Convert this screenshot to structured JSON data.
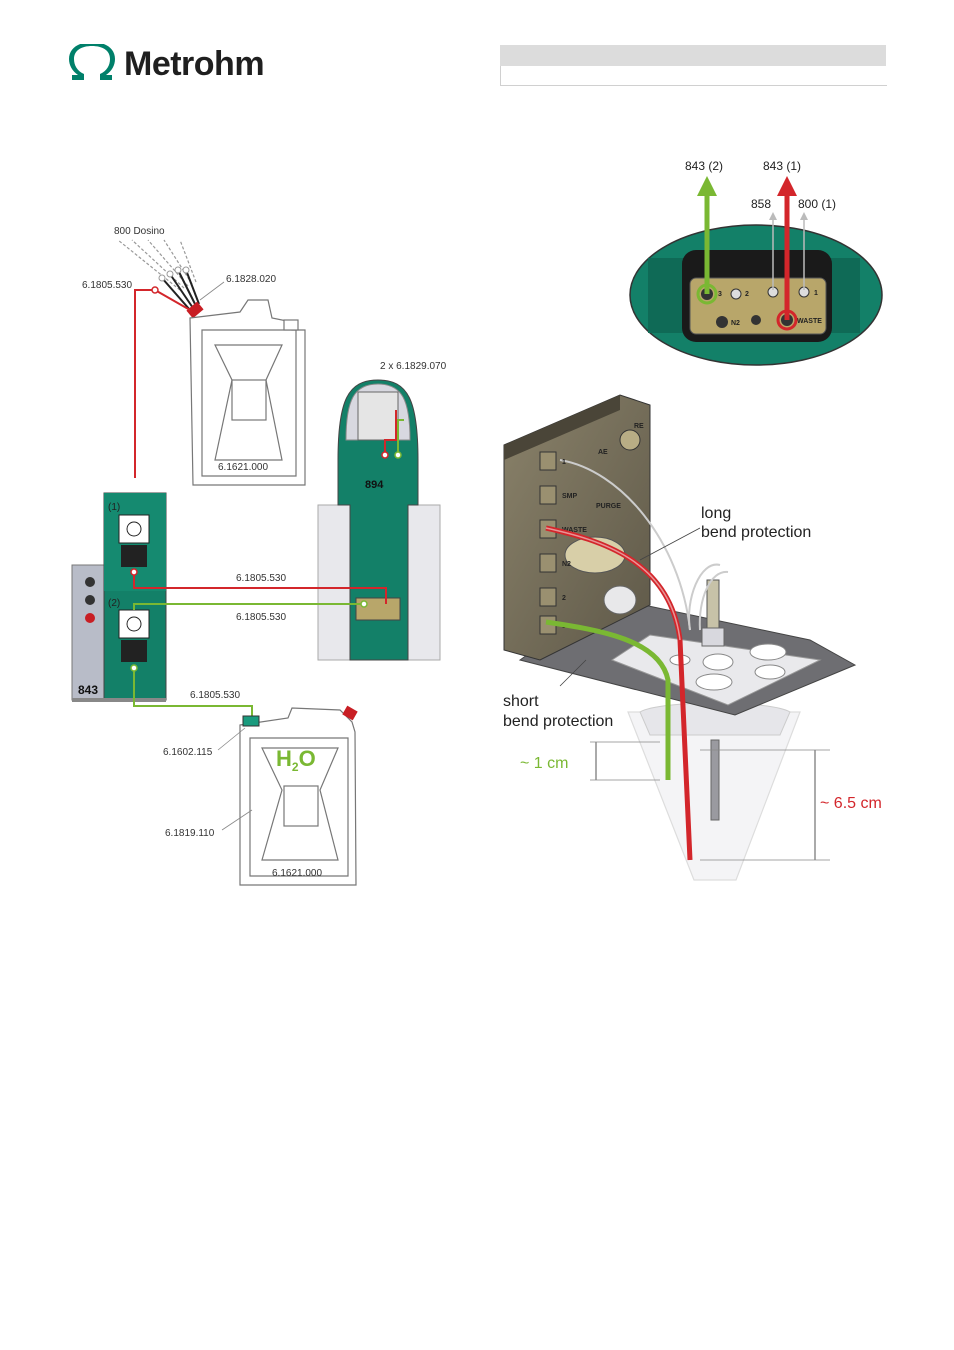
{
  "header": {
    "brand": "Metrohm"
  },
  "left_diagram": {
    "dosino_label": "800 Dosino",
    "tube_top_left": "6.1805.530",
    "adapter_label": "6.1828.020",
    "canister_top_label": "6.1621.000",
    "cable_label": "2 x 6.1829.070",
    "stand_label": "894",
    "pump_port_1": "(1)",
    "pump_port_2": "(2)",
    "pump_label": "843",
    "tube_red_label": "6.1805.530",
    "tube_green_label": "6.1805.530",
    "tube_bottom_label": "6.1805.530",
    "cap_label": "6.1602.115",
    "aspiration_label": "6.1819.110",
    "canister_bottom_label": "6.1621.000",
    "water_label_h": "H",
    "water_label_sub": "2",
    "water_label_o": "O"
  },
  "right_top": {
    "arrow_green_label": "843 (2)",
    "arrow_red_label": "843 (1)",
    "port_858": "858",
    "port_800": "800 (1)",
    "port_labels": [
      "3",
      "2",
      "1",
      "N2",
      "WASTE"
    ]
  },
  "right_bottom": {
    "long_label_1": "long",
    "long_label_2": "bend protection",
    "short_label_1": "short",
    "short_label_2": "bend protection",
    "depth_short": "~ 1 cm",
    "depth_long": "~ 6.5 cm",
    "head_labels": [
      "1",
      "SMP",
      "WASTE",
      "N2",
      "2",
      "3",
      "AE",
      "RE",
      "PURGE"
    ]
  },
  "colors": {
    "brand_green": "#00806a",
    "tube_red": "#d3262b",
    "tube_green": "#7ab833",
    "device_green": "#138068"
  }
}
